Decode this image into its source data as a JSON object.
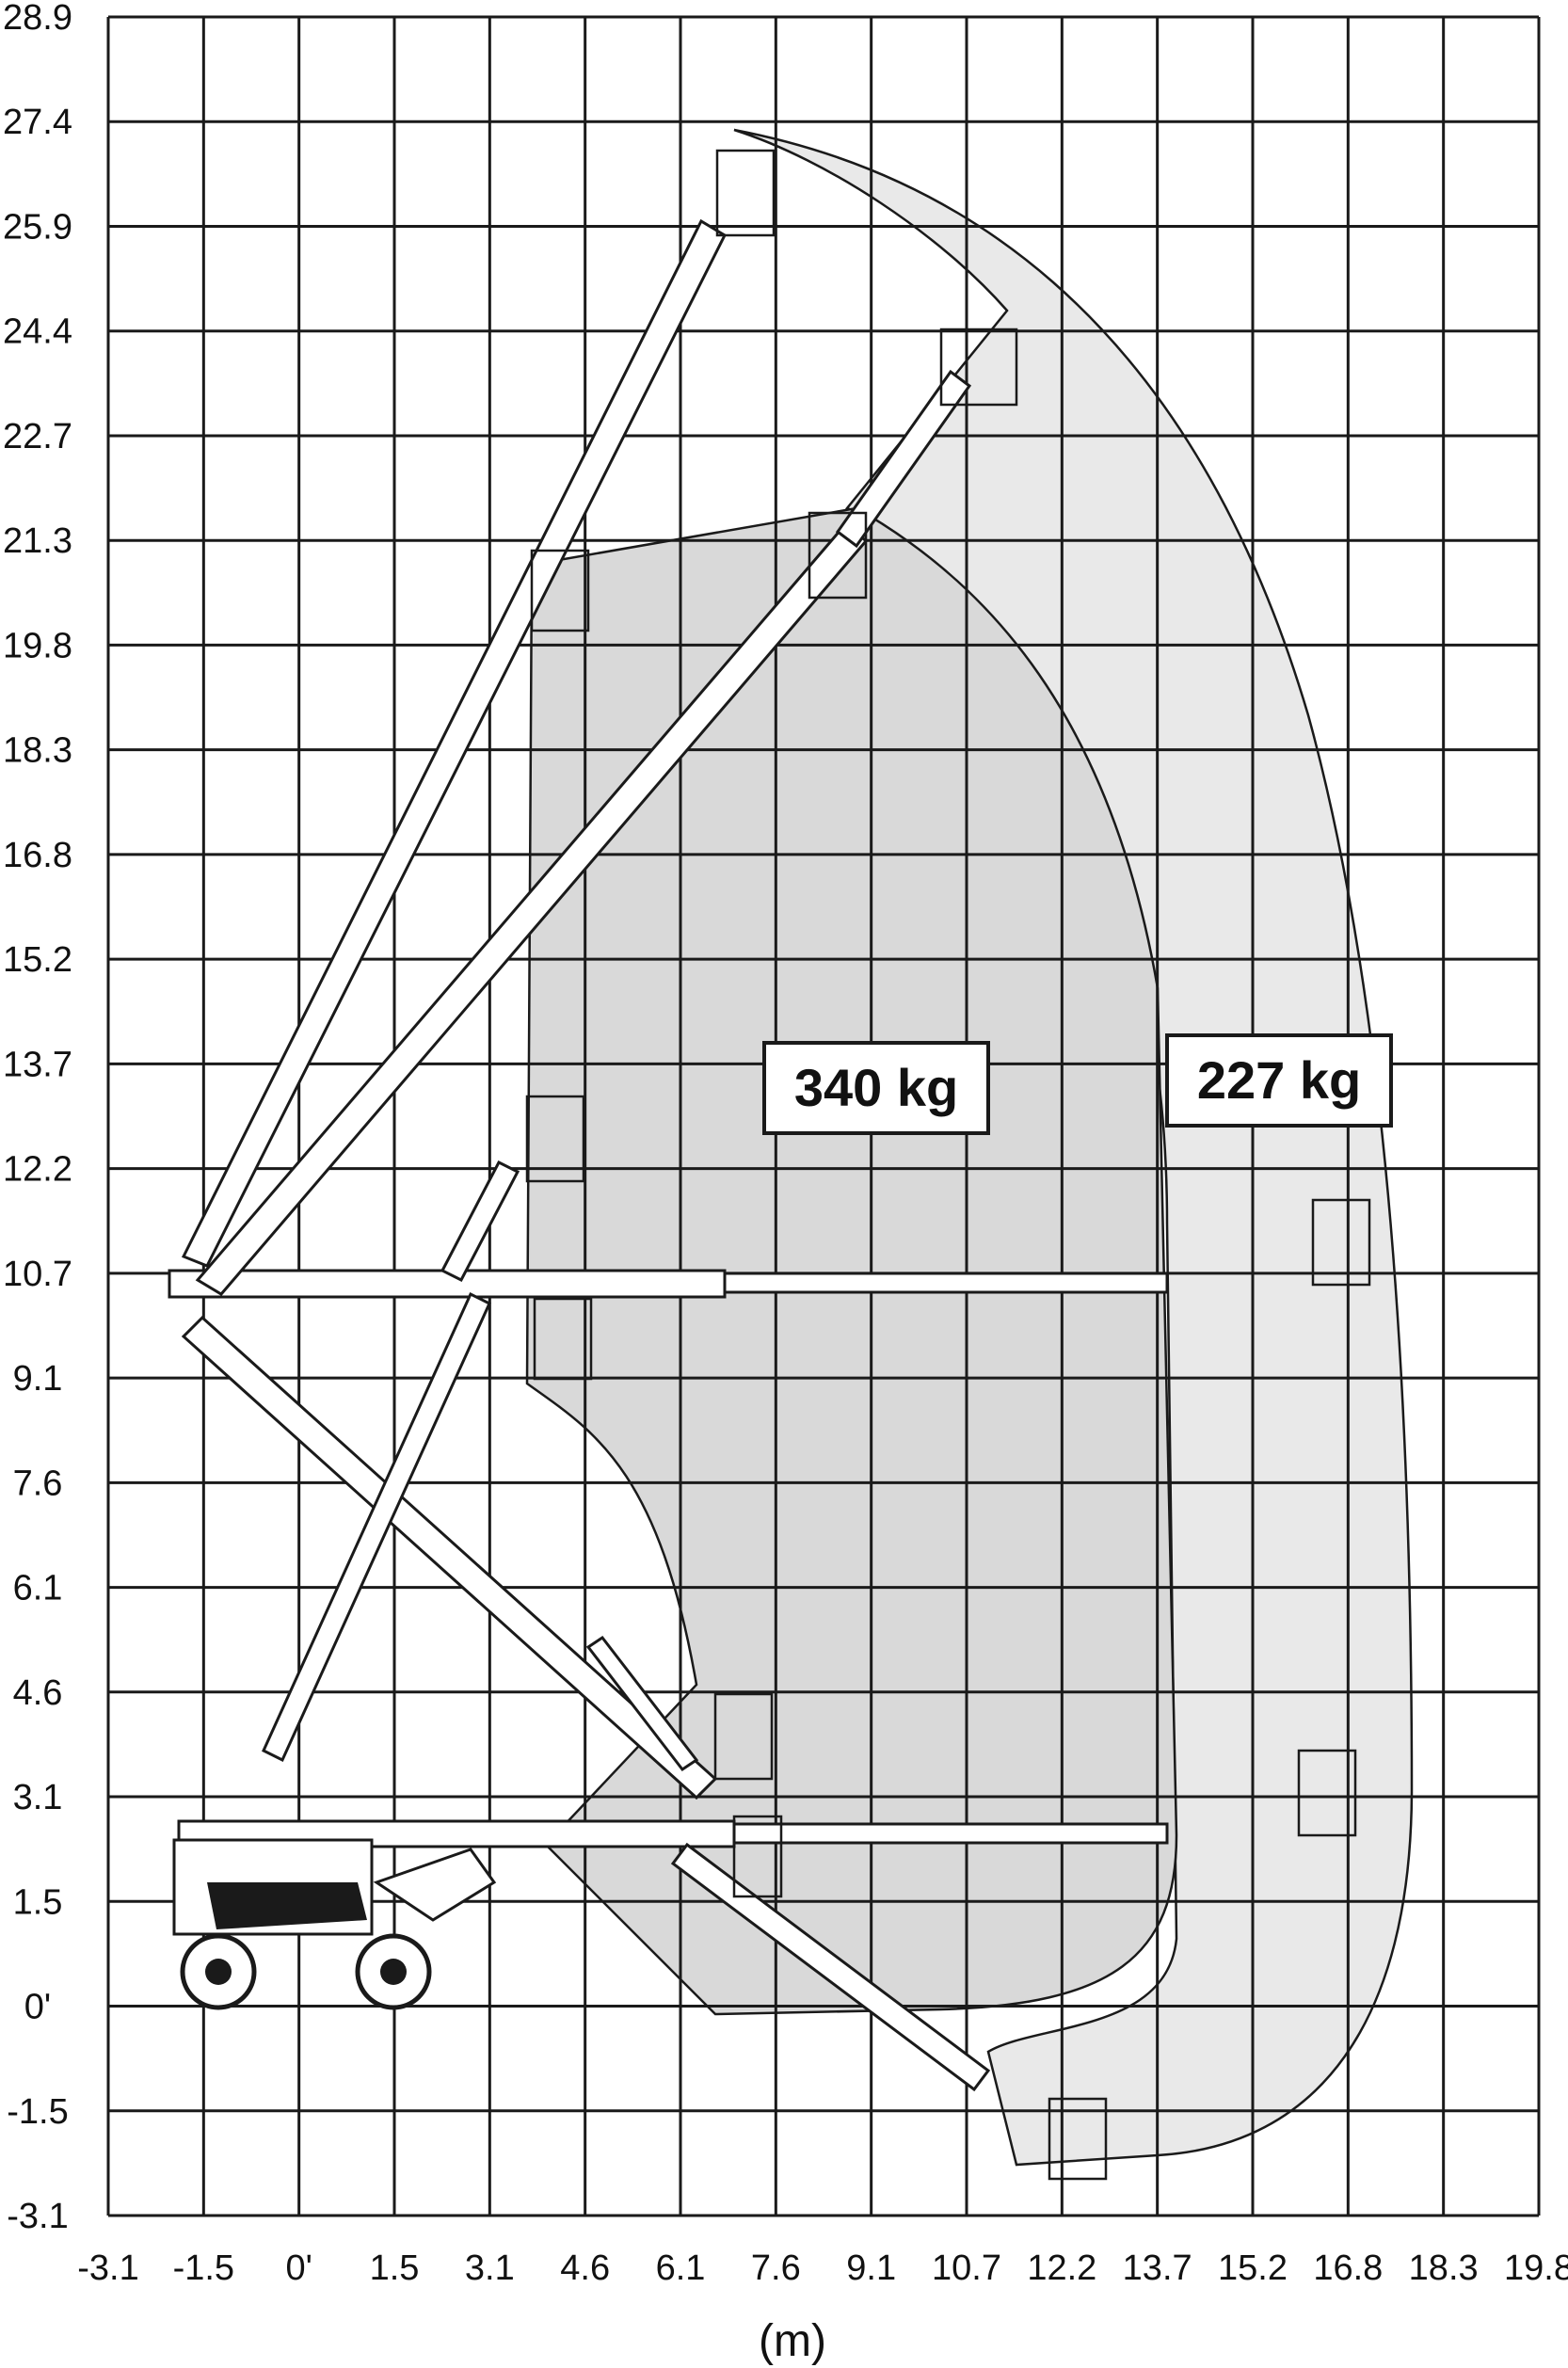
{
  "axes": {
    "x_ticks": [
      "-3.1",
      "-1.5",
      "0'",
      "1.5",
      "3.1",
      "4.6",
      "6.1",
      "7.6",
      "9.1",
      "10.7",
      "12.2",
      "13.7",
      "15.2",
      "16.8",
      "18.3",
      "19.8"
    ],
    "y_ticks": [
      "28.9",
      "27.4",
      "25.9",
      "24.4",
      "22.7",
      "21.3",
      "19.8",
      "18.3",
      "16.8",
      "15.2",
      "13.7",
      "12.2",
      "10.7",
      "9.1",
      "7.6",
      "6.1",
      "4.6",
      "3.1",
      "1.5",
      "0'",
      "-1.5",
      "-3.1"
    ],
    "x_unit": "(m)"
  },
  "capacities": [
    {
      "label": "340 kg"
    },
    {
      "label": "227 kg"
    }
  ],
  "colors": {
    "envelope_outer": "#e9e9e9",
    "envelope_inner": "#d9d9d9",
    "lines": "#1a1a1a"
  }
}
